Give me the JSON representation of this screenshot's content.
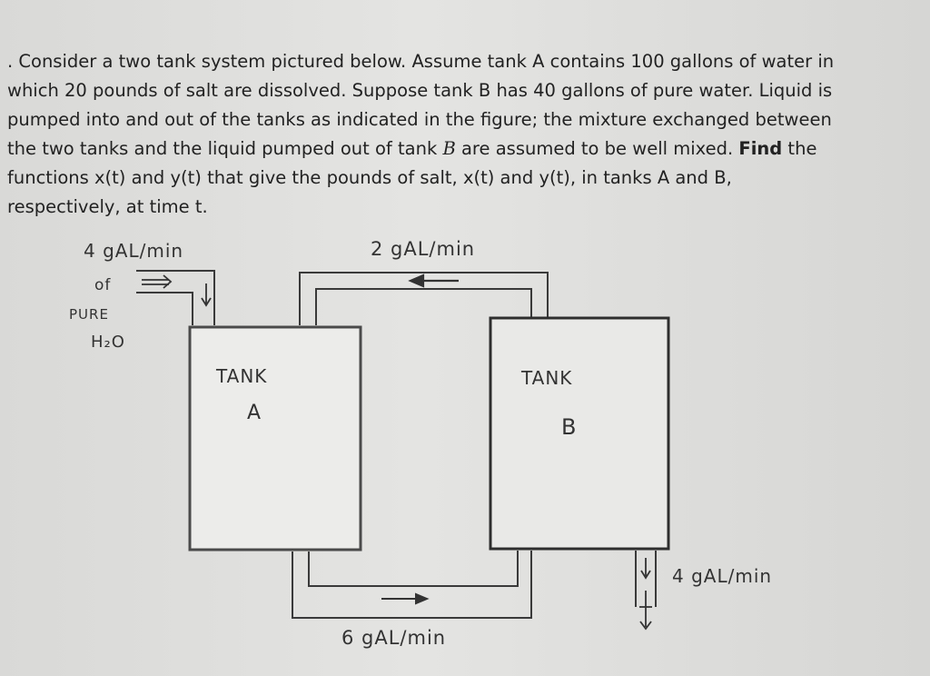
{
  "problem": {
    "line1": ". Consider a two tank system pictured below. Assume tank A contains 100 gallons of water in",
    "line2": "which 20 pounds of salt are dissolved. Suppose tank B has 40 gallons of pure water. Liquid is",
    "line3": "pumped into and out of the tanks as indicated in the figure; the mixture exchanged between",
    "line4_a": "the two tanks and the liquid pumped out of tank ",
    "line4_b": "B",
    "line4_c": " are assumed to be well mixed. ",
    "line4_bold": "Find",
    "line4_d": " the",
    "line5": "functions x(t) and y(t) that give the pounds of salt, x(t) and y(t), in tanks A and B,",
    "line6": "respectively, at time t."
  },
  "diagram": {
    "inflow_rate": "4 gAL/min",
    "inflow_of": "of",
    "inflow_pure": "PURE",
    "inflow_h2o": "H₂O",
    "top_pipe_rate": "2 gAL/min",
    "bottom_pipe_rate": "6 gAL/min",
    "outflow_rate": "4 gAL/min",
    "tank_a_label": "TANK",
    "tank_a_letter": "A",
    "tank_b_label": "TANK",
    "tank_b_letter": "B"
  }
}
